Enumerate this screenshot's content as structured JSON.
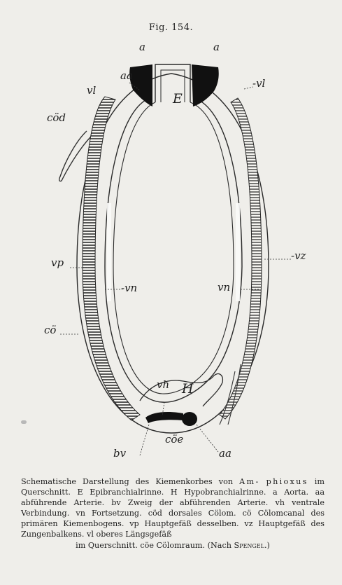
{
  "figure_number": "Fig. 154.",
  "labels": {
    "a_left": "a",
    "a_right": "a",
    "aa_top": "aa",
    "E": "E",
    "vl_left": "vl",
    "vl_right": "-vl",
    "cod": "cöd",
    "vz": "-vz",
    "vp": "vp",
    "vn_left": "-vn",
    "vn_right": "vn",
    "co": "cö",
    "vh": "vh",
    "H": "H",
    "coe": "cöe",
    "bv": "bv",
    "aa_bottom": "aa"
  },
  "caption": {
    "line1_prefix": "Schematische Darstellung des Kiemenkorbes von ",
    "line1_spaced": "Am-",
    "line2_spaced": "phioxus",
    "body": " im Querschnitt. E Epibranchialrinne. H Hypobranchialrinne. a Aorta. aa abführende Arterie. bv Zweig der abführenden Arterie. vh ventrale Verbindung. vn Fortsetzung. cöd dorsales Cölom. cö Cölomcanal des primären Kiemenbogens. vp Hauptgefäß desselben. vz Hauptgefäß des Zungenbalkens. vl oberes Längsgefäß",
    "last_line_prefix": "im Querschnitt. cöe Cölomraum. (Nach ",
    "author": "Spengel",
    "last_line_suffix": ".)"
  }
}
